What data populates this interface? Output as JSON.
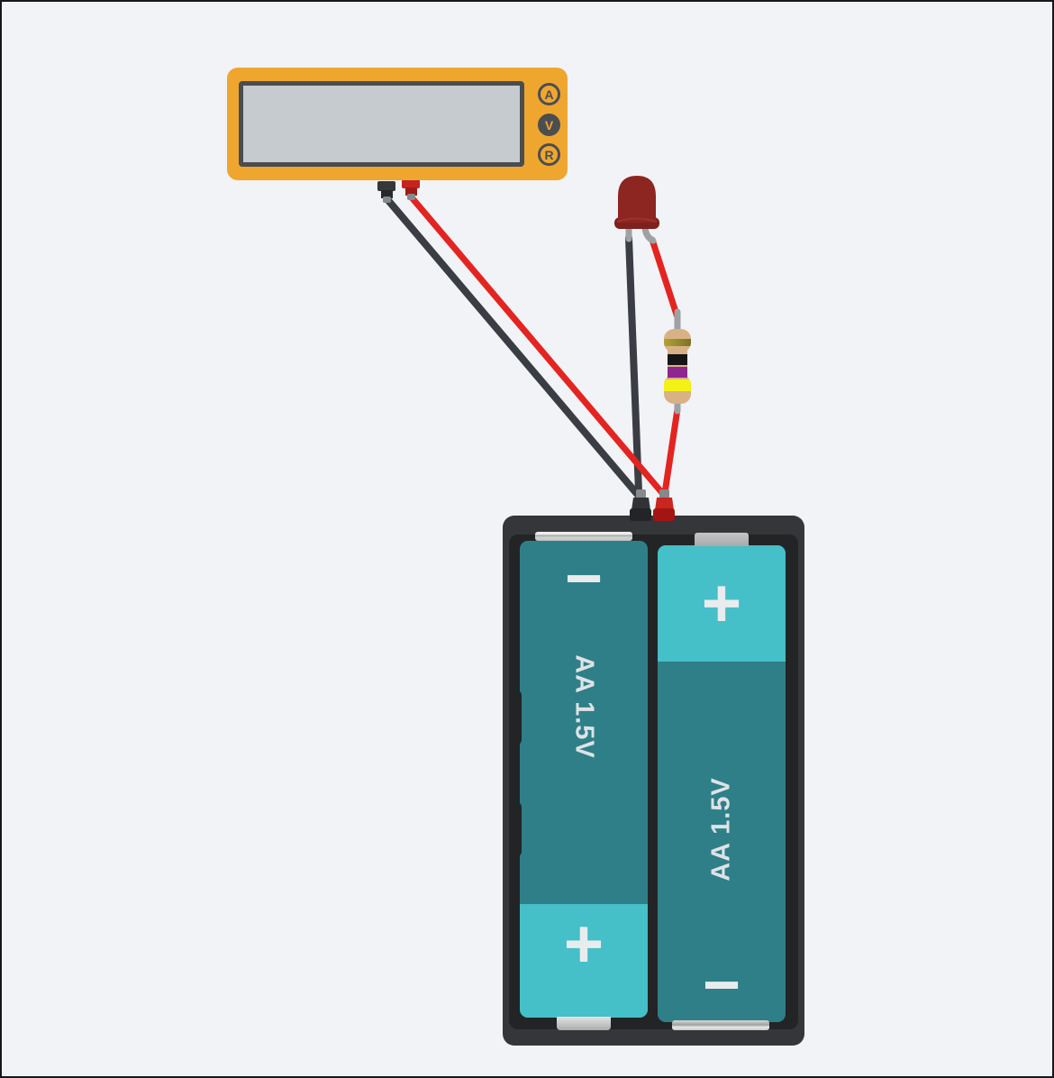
{
  "canvas": {
    "background": "#F2F3F6",
    "border_color": "#15181C"
  },
  "multimeter": {
    "display_value": "",
    "mode_buttons": [
      {
        "label": "A",
        "mode": "amperage",
        "selected": false
      },
      {
        "label": "V",
        "mode": "voltage",
        "selected": true
      },
      {
        "label": "R",
        "mode": "resistance",
        "selected": false
      }
    ],
    "body_color": "#EFA62F",
    "display_color": "#C5CBCF"
  },
  "battery_pack": {
    "holder_color": "#343639",
    "batteries": [
      {
        "label": "AA 1.5V",
        "top_polarity": "−",
        "bottom_polarity": "+"
      },
      {
        "label": "AA 1.5V",
        "top_polarity": "+",
        "bottom_polarity": "−"
      }
    ],
    "body_color_dark": "#2E7F88",
    "cap_color_light": "#45BFC8"
  },
  "led": {
    "color_name": "red",
    "body_color": "#8D2520"
  },
  "resistor": {
    "body_color": "#D8B285",
    "bands_top_to_bottom": [
      "gold",
      "black",
      "violet",
      "yellow"
    ],
    "band_colors": {
      "gold": "#A3942F",
      "black": "#161616",
      "violet": "#8E2590",
      "yellow": "#F3F116"
    }
  },
  "wires": {
    "positive_color": "#E32420",
    "negative_color": "#3A3E44"
  }
}
